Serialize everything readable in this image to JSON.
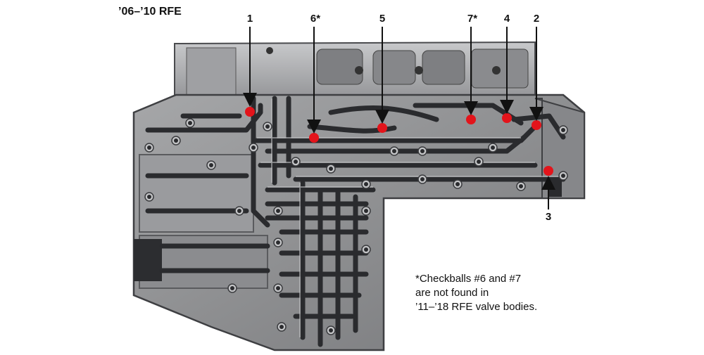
{
  "title": "’06–’10 RFE",
  "labels": [
    {
      "id": "1",
      "text": "1"
    },
    {
      "id": "6",
      "text": "6*"
    },
    {
      "id": "5",
      "text": "5"
    },
    {
      "id": "7",
      "text": "7*"
    },
    {
      "id": "4",
      "text": "4"
    },
    {
      "id": "2",
      "text": "2"
    },
    {
      "id": "3",
      "text": "3"
    }
  ],
  "note": {
    "line1": "*Checkballs #6 and #7",
    "line2": "are not found in",
    "line3": "’11–’18 RFE valve bodies."
  },
  "colors": {
    "casting": "#8e8f91",
    "casting_light": "#b7b8ba",
    "casting_dark": "#5a5b5e",
    "channel": "#2a2b2e",
    "checkball": "#e3141b"
  }
}
